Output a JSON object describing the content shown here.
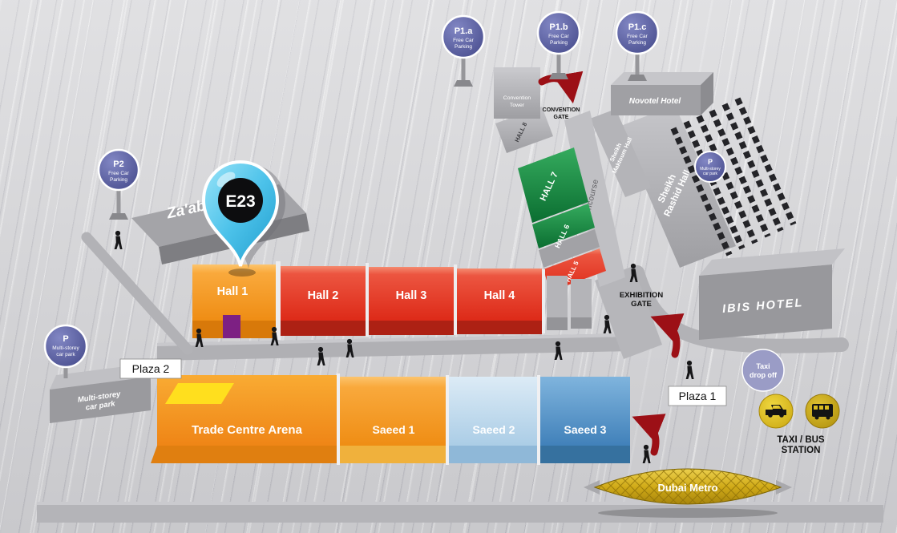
{
  "pin": {
    "label": "E23"
  },
  "signs": {
    "p1a": {
      "title": "P1.a",
      "sub": [
        "Free Car",
        "Parking"
      ]
    },
    "p1b": {
      "title": "P1.b",
      "sub": [
        "Free Car",
        "Parking"
      ]
    },
    "p1c": {
      "title": "P1.c",
      "sub": [
        "Free Car",
        "Parking"
      ]
    },
    "p2": {
      "title": "P2",
      "sub": [
        "Free Car",
        "Parking"
      ]
    },
    "multi_storey_right": {
      "title": "P",
      "sub": [
        "Multi-storey",
        "car park"
      ]
    },
    "multi_storey_left": {
      "title": "P",
      "sub": [
        "Multi-storey",
        "car park"
      ]
    },
    "taxi_drop_off": {
      "lines": [
        "Taxi",
        "drop off"
      ]
    }
  },
  "buildings": {
    "convention_tower": [
      "Convention",
      "Tower"
    ],
    "novotel": "Novotel Hotel",
    "sheikh_maktoum": [
      "Sheikh",
      "Maktoum Hall"
    ],
    "sheikh_rashid": [
      "Sheikh",
      "Rashid Hall"
    ],
    "ibis": "IBIS HOTEL",
    "zaabeel": "Za'abeel Hall",
    "multi_storey": [
      "Multi-storey",
      "car park"
    ]
  },
  "halls": {
    "h1": "Hall 1",
    "h2": "Hall 2",
    "h3": "Hall 3",
    "h4": "Hall 4",
    "h5": "HALL 5",
    "h6": "HALL 6",
    "h7": "HALL 7",
    "h8": "HALL 8",
    "concourse": "Concourse"
  },
  "venues": {
    "arena": "Trade Centre Arena",
    "saeed1": "Saeed 1",
    "saeed2": "Saeed 2",
    "saeed3": "Saeed 3"
  },
  "gates": {
    "convention": [
      "CONVENTION",
      "GATE"
    ],
    "exhibition": [
      "EXHIBITION",
      "GATE"
    ]
  },
  "labels": {
    "plaza1": "Plaza 1",
    "plaza2": "Plaza 2",
    "metro": "Dubai Metro",
    "taxi_bus": [
      "TAXI / BUS",
      "STATION"
    ]
  },
  "colors": {
    "parking_sign_purple": "#52579f",
    "taxi_drop_purple": "#9a9cc6",
    "hall_red": "#e23a28",
    "hall_orange": "#f79a1e",
    "hall_green": "#128a3e",
    "annex_gray": "#b4b4b8",
    "saeed2_lightblue": "#b9d5ea",
    "saeed3_blue": "#5697cd",
    "arena_orange": "#f69320",
    "metro_gold": "#c7a312",
    "arrow_red": "#9c1016",
    "taxi_yellow": "#ddbe17",
    "pin_blue": "#45bfe8",
    "background_gray": "#d5d5d8"
  }
}
